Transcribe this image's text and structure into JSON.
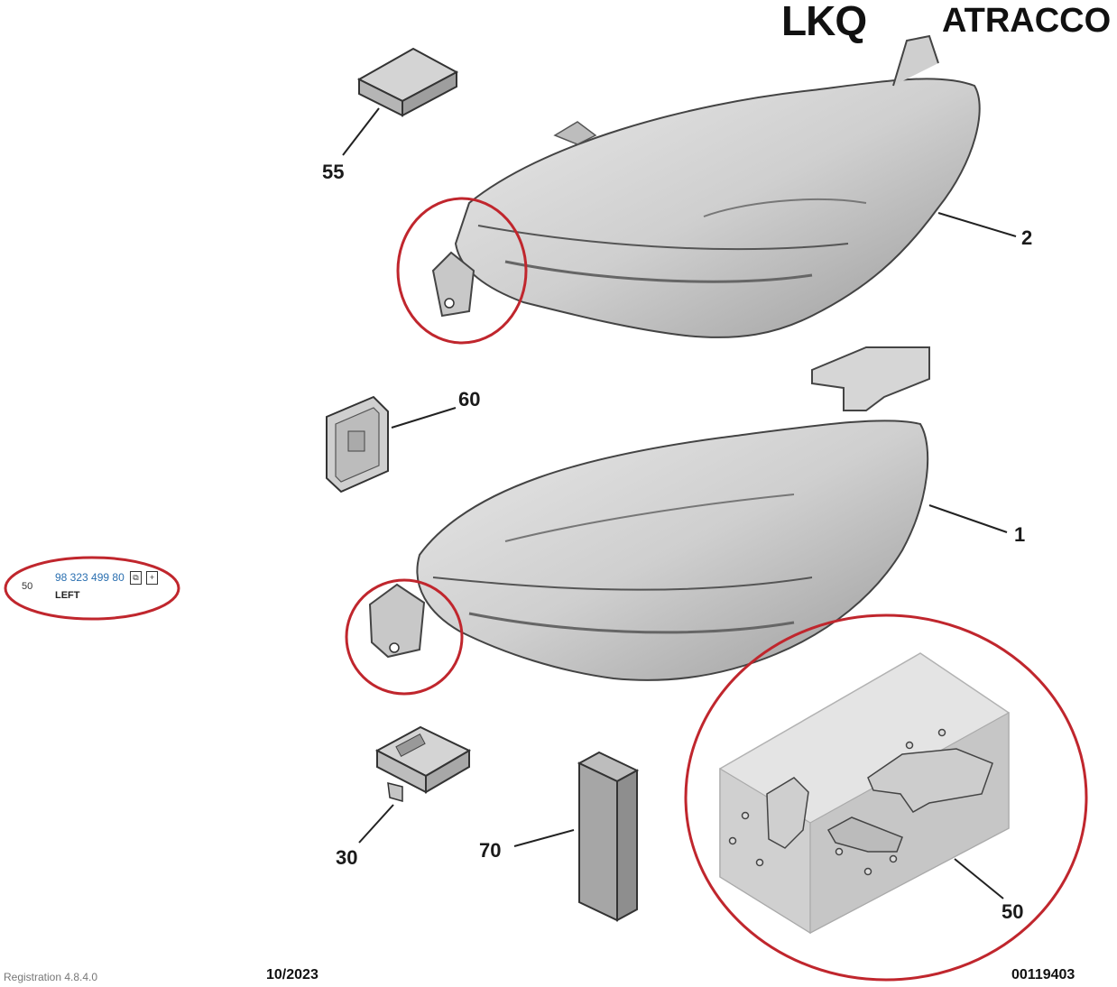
{
  "brand": {
    "lkq": "LKQ",
    "atracco": "ATRACCO"
  },
  "callouts": {
    "c55": "55",
    "c2": "2",
    "c60": "60",
    "c1": "1",
    "c30": "30",
    "c70": "70",
    "c50": "50"
  },
  "part_entry": {
    "position": "50",
    "part_number": "98 323 499 80",
    "copy_icon": "copy-icon",
    "add_icon": "add-document-icon",
    "side": "LEFT"
  },
  "footer": {
    "registration": "Registration 4.8.4.0",
    "date": "10/2023",
    "code": "00119403"
  },
  "colors": {
    "highlight_circle": "#c0262d",
    "line_art": "#4a4a4a",
    "part_number_link": "#2a6fb0"
  }
}
